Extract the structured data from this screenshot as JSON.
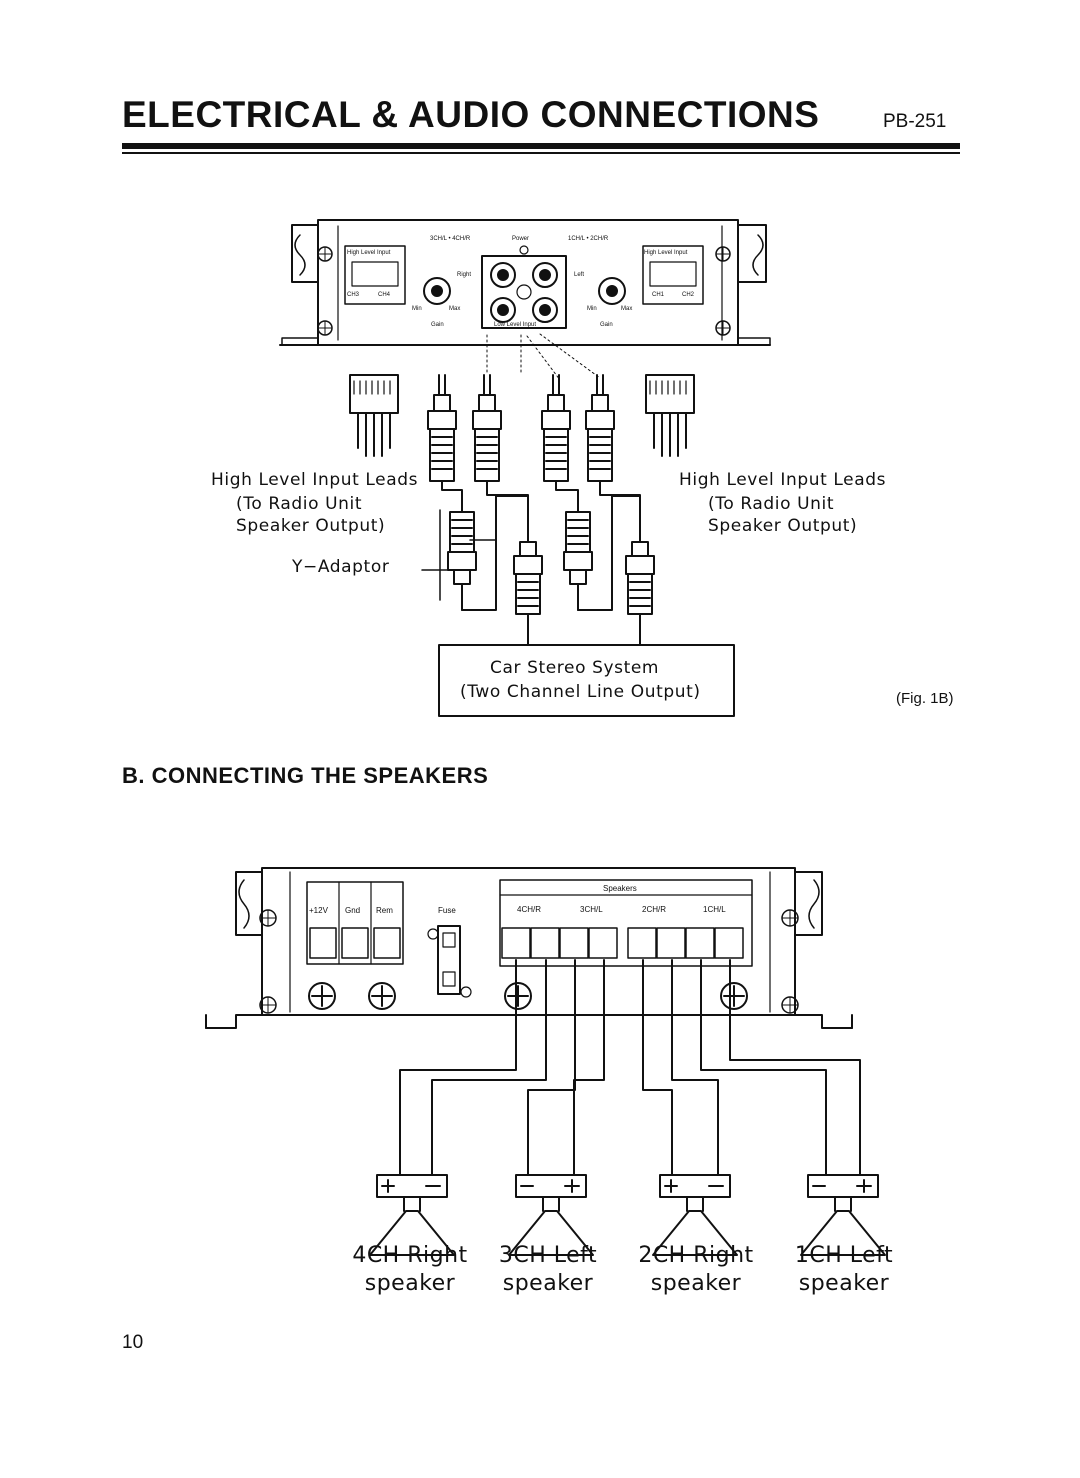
{
  "header": {
    "title": "ELECTRICAL & AUDIO CONNECTIONS",
    "model": "PB-251"
  },
  "fig1b": {
    "label": "(Fig. 1B)",
    "amp_labels": {
      "ch_pair_left": "3CH/L • 4CH/R",
      "power": "Power",
      "ch_pair_right": "1CH/L • 2CH/R",
      "high_level_input": "High Level Input",
      "right": "Right",
      "left": "Left",
      "min": "Min",
      "max": "Max",
      "gain": "Gain",
      "low_level_input": "Low Level Input",
      "ch3": "CH3",
      "ch4": "CH4",
      "ch1": "CH1",
      "ch2": "CH2"
    },
    "left_leads": [
      "High Level Input Leads",
      "(To Radio Unit",
      "Speaker Output)"
    ],
    "right_leads": [
      "High Level Input Leads",
      "(To Radio Unit",
      "Speaker Output)"
    ],
    "y_adaptor": "Y−Adaptor",
    "stereo_box": [
      "Car Stereo System",
      "(Two Channel Line Output)"
    ]
  },
  "section_b": {
    "title": "B. CONNECTING THE SPEAKERS",
    "power_terms": [
      "+12V",
      "Gnd",
      "Rem"
    ],
    "fuse": "Fuse",
    "speakers_header": "Speakers",
    "channels": [
      "4CH/R",
      "3CH/L",
      "2CH/R",
      "1CH/L"
    ],
    "speakers": [
      {
        "line1": "4CH Right",
        "line2": "speaker"
      },
      {
        "line1": "3CH Left",
        "line2": "speaker"
      },
      {
        "line1": "2CH Right",
        "line2": "speaker"
      },
      {
        "line1": "1CH Left",
        "line2": "speaker"
      }
    ]
  },
  "footer": {
    "page_number": "10"
  }
}
